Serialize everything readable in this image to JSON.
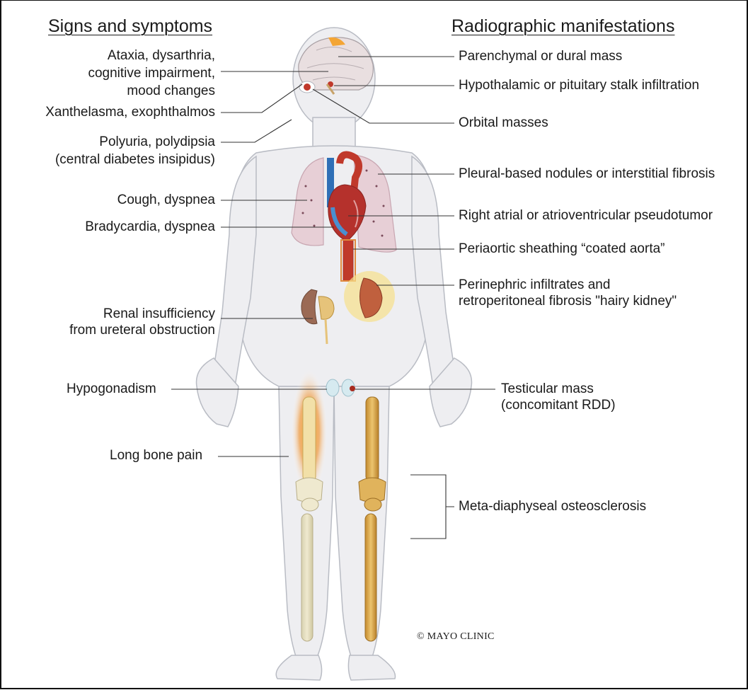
{
  "headers": {
    "left": "Signs and symptoms",
    "right": "Radiographic manifestations"
  },
  "signs_and_symptoms": [
    "Ataxia, dysarthria,",
    "cognitive impairment,",
    "mood changes",
    "Xanthelasma, exophthalmos",
    "Polyuria, polydipsia",
    "(central diabetes insipidus)",
    "Cough, dyspnea",
    "Bradycardia, dyspnea",
    "Renal insufficiency",
    "from ureteral obstruction",
    "Hypogonadism",
    "Long bone pain"
  ],
  "radiographic_manifestations": [
    "Parenchymal or dural mass",
    "Hypothalamic or pituitary stalk infiltration",
    "Orbital masses",
    "Pleural-based nodules or interstitial fibrosis",
    "Right atrial or atrioventricular pseudotumor",
    "Periaortic sheathing “coated aorta”",
    "Perinephric infiltrates and",
    "retroperitoneal fibrosis \"hairy kidney\"",
    "Testicular mass",
    "(concomitant RDD)",
    "Meta-diaphyseal osteosclerosis"
  ],
  "copyright": "© MAYO CLINIC",
  "colors": {
    "body_fill": "#eeeef1",
    "body_outline": "#b9bcc4",
    "leader_line": "#333333",
    "lung": "#e7cfd6",
    "heart": "#b5312c",
    "aorta": "#c0392b",
    "kidney": "#9b6a55",
    "bone_affected": "#d8a24a",
    "bone_pain_glow": "#f08a1c"
  }
}
